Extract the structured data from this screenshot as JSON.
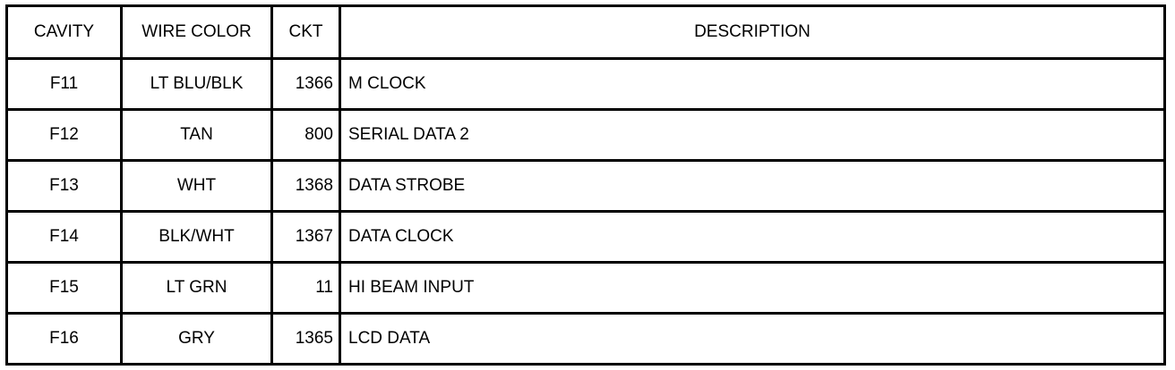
{
  "table": {
    "headers": {
      "cavity": "CAVITY",
      "wire_color": "WIRE COLOR",
      "ckt": "CKT",
      "description": "DESCRIPTION"
    },
    "rows": [
      {
        "cavity": "F11",
        "wire_color": "LT BLU/BLK",
        "ckt": "1366",
        "description": "M CLOCK"
      },
      {
        "cavity": "F12",
        "wire_color": "TAN",
        "ckt": "800",
        "description": "SERIAL DATA 2"
      },
      {
        "cavity": "F13",
        "wire_color": "WHT",
        "ckt": "1368",
        "description": "DATA STROBE"
      },
      {
        "cavity": "F14",
        "wire_color": "BLK/WHT",
        "ckt": "1367",
        "description": "DATA CLOCK"
      },
      {
        "cavity": "F15",
        "wire_color": "LT GRN",
        "ckt": "11",
        "description": "HI BEAM INPUT"
      },
      {
        "cavity": "F16",
        "wire_color": "GRY",
        "ckt": "1365",
        "description": "LCD DATA"
      }
    ]
  }
}
